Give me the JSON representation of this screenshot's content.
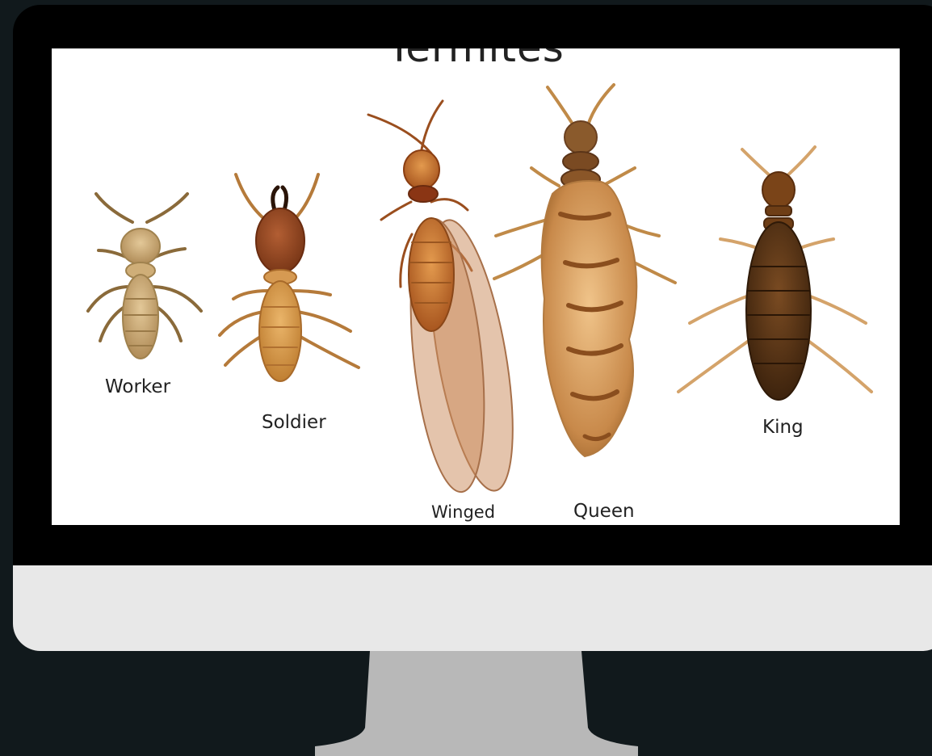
{
  "slide": {
    "title": "Termites",
    "labels": {
      "worker": "Worker",
      "soldier": "Soldier",
      "winged": "Winged",
      "queen": "Queen",
      "king": "King"
    }
  },
  "colors": {
    "background": "#11191c",
    "bezel": "#000000",
    "chin": "#e8e8e8",
    "stand": "#b8b8b8",
    "screen": "#ffffff"
  }
}
